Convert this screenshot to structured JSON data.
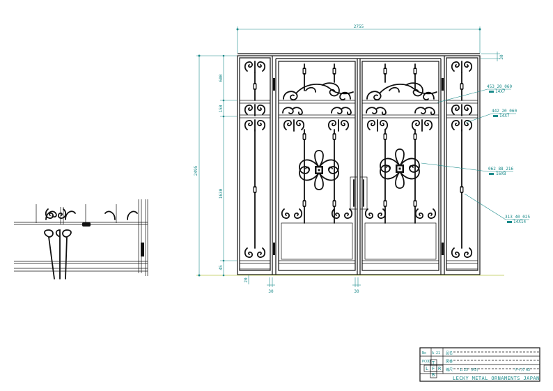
{
  "dimensions": {
    "overall_width": "2755",
    "overall_height": "2495",
    "top_band": "600",
    "mid_band": "150",
    "main_panel": "1630",
    "base_band": "45",
    "top_right_offset": "30",
    "ground_gap": "20",
    "bottom_offset_left": "30",
    "bottom_offset_center": "30"
  },
  "callouts": [
    {
      "code": "453_20_060",
      "size": "14X7"
    },
    {
      "code": "442_20_060",
      "size": "14X7"
    },
    {
      "code": "062_88_216",
      "size": "16X8"
    },
    {
      "code": "313_40_025",
      "size": "14X14"
    }
  ],
  "title_block": {
    "row1_label": "No",
    "row1_value": "A-21",
    "row1_name": "品名",
    "row2_label": "PCOD",
    "row2_name": "図番",
    "scale_label": "縮尺",
    "scale_value": "1:25 (A3)",
    "size_label": "サイズ",
    "size_value": "A3",
    "view_codes": [
      "L",
      "T",
      "F",
      "R",
      "B"
    ],
    "company": "LECKY METAL ORNAMENTS JAPAN"
  }
}
